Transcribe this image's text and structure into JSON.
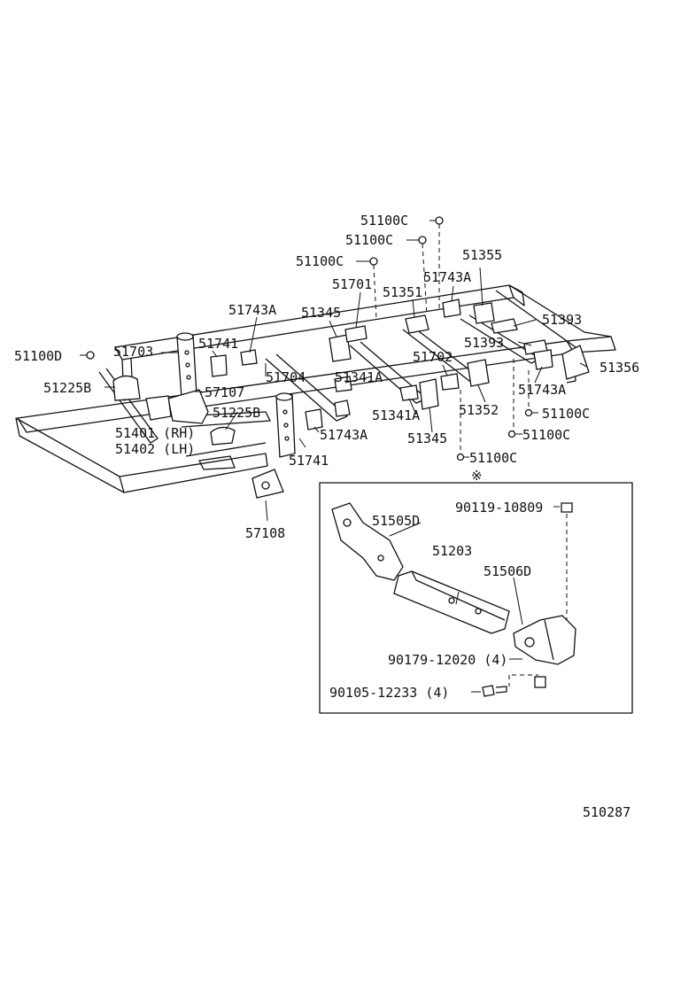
{
  "labels": {
    "c1": "51100C",
    "c2": "51100C",
    "c3": "51100C",
    "l51355": "51355",
    "l51743a_1": "51743A",
    "l51701": "51701",
    "l51351": "51351",
    "l51393_1": "51393",
    "l51743a_2": "51743A",
    "l51345_1": "51345",
    "l51393_2": "51393",
    "l51100d": "51100D",
    "l51703": "51703",
    "l51741_1": "51741",
    "l51702": "51702",
    "l51356": "51356",
    "l51225b_1": "51225B",
    "l57107": "57107",
    "l51704": "51704",
    "l51341a_1": "51341A",
    "l51743a_3": "51743A",
    "l51100c_4": "51100C",
    "l51341a_2": "51341A",
    "l51352": "51352",
    "l51225b_2": "51225B",
    "l51401": "51401 (RH)",
    "l51402": "51402 (LH)",
    "l51743a_4": "51743A",
    "l51345_2": "51345",
    "l51100c_5": "51100C",
    "l51741_2": "51741",
    "l51100c_6": "51100C",
    "asterisk": "※",
    "l90119": "90119-10809",
    "l57108": "57108",
    "l51505d": "51505D",
    "l51203": "51203",
    "l51506d": "51506D",
    "l90179": "90179-12020 (4)",
    "l90105": "90105-12233 (4)",
    "ref": "510287"
  }
}
